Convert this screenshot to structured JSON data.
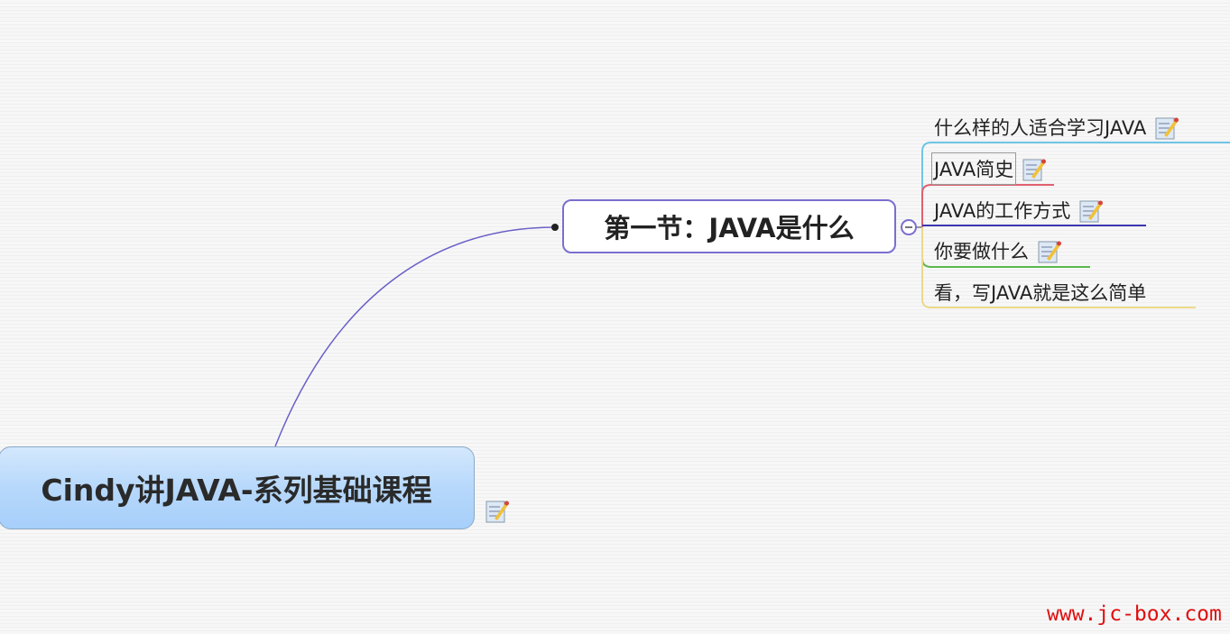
{
  "central_topic": {
    "label": "Cindy讲JAVA-系列基础课程",
    "icon": "note-icon"
  },
  "branch_topic": {
    "label": "第一节：JAVA是什么"
  },
  "subtopics": [
    {
      "label": "什么样的人适合学习JAVA",
      "has_note": true,
      "color": "#6ec6e6"
    },
    {
      "label": "JAVA简史",
      "has_note": true,
      "color": "#e06070"
    },
    {
      "label": "JAVA的工作方式",
      "has_note": true,
      "color": "#3a38b0"
    },
    {
      "label": "你要做什么",
      "has_note": true,
      "color": "#5cb84c"
    },
    {
      "label": "看，写JAVA就是这么简单",
      "has_note": false,
      "color": "#ecd98a"
    }
  ],
  "watermark": "www.jc-box.com"
}
